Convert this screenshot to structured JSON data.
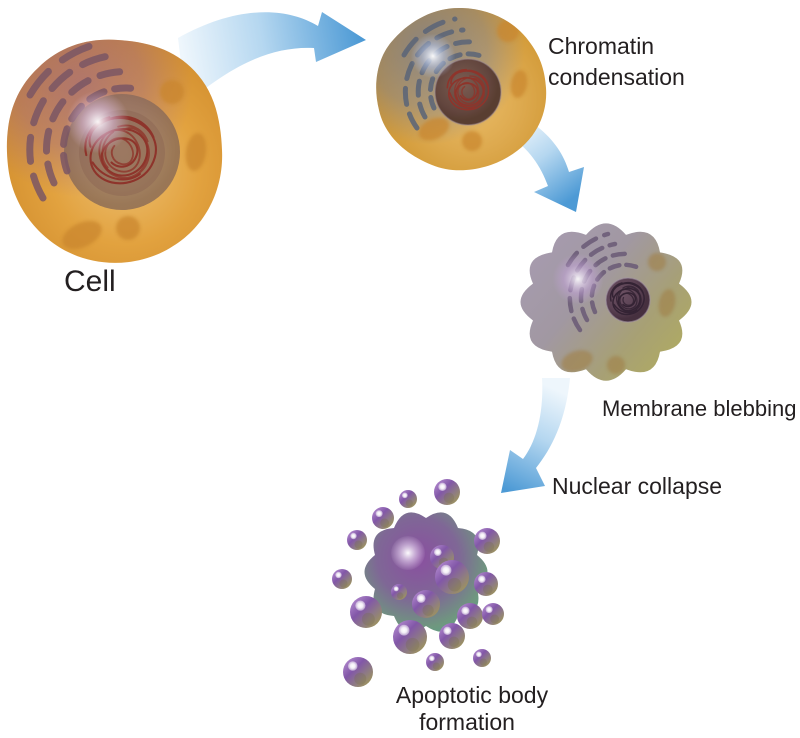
{
  "figure": {
    "background": "#ffffff",
    "labels": {
      "cell": "Cell",
      "chromatin": [
        "Chromatin",
        "condensation"
      ],
      "membrane_blebbing": "Membrane blebbing",
      "nuclear_collapse": "Nuclear collapse",
      "apoptotic_body": [
        "Apoptotic body",
        "formation"
      ]
    },
    "colors": {
      "text": "#231f20",
      "arrow_tail": "#eef6fc",
      "arrow_mid": "#b5d7f0",
      "arrow_head": "#4d9ad5",
      "cell_orange_light": "#ecbf72",
      "cell_orange": "#e2a23f",
      "cell_orange_deep": "#d28e2e",
      "purple_tint": "#96608a",
      "blue_tint": "#69789b",
      "nucleus_tan": "#8a6f62",
      "chromatin_red": "#8e342b",
      "nucleus_dark_brown": "#5f423c",
      "er_line_1": "#7b5664",
      "er_line_2": "#5a6478",
      "er_line_3": "#6a5a76",
      "bleb_purple": "#a89cb2",
      "bleb_olive": "#b2ae5c",
      "bleb_nucleus": "#5a4153",
      "mass_purple": "#8a4fa0",
      "mass_teal": "#5f9e85",
      "body_purple": "#8257a8",
      "body_olive": "#a29b52",
      "organelle_orange": "#c9862e",
      "organelle_olive": "#a08049"
    }
  }
}
